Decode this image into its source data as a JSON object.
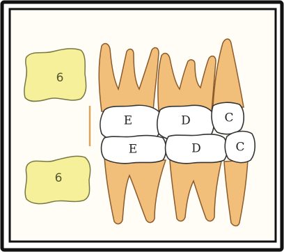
{
  "figure": {
    "permanent_molars": {
      "upper_label": "6",
      "lower_label": "6"
    },
    "upper_crowns": [
      "E",
      "D",
      "C"
    ],
    "lower_crowns": [
      "E",
      "D",
      "C"
    ]
  },
  "colors": {
    "frame": "#111111",
    "panel_background": "#fffdf6",
    "root": "#f2bf7a",
    "root_outline": "#8a5a2b",
    "crown": "#ffffff",
    "crown_outline": "#333333",
    "permanent_molar": "#f6f09a",
    "permanent_molar_outline": "#777744",
    "guide_line": "#d9a55a"
  }
}
